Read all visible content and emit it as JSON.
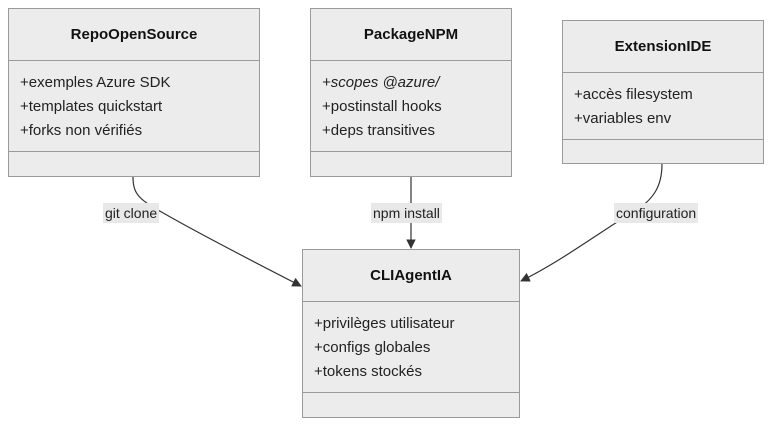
{
  "classes": {
    "repo": {
      "title": "RepoOpenSource",
      "attributes": [
        "+exemples Azure SDK",
        "+templates quickstart",
        "+forks non vérifiés"
      ]
    },
    "package": {
      "title": "PackageNPM",
      "attributes": [
        "+scopes @azure/",
        "+postinstall hooks",
        "+deps transitives"
      ]
    },
    "extension": {
      "title": "ExtensionIDE",
      "attributes": [
        "+accès filesystem",
        "+variables env"
      ]
    },
    "cli": {
      "title": "CLIAgentIA",
      "attributes": [
        "+privilèges utilisateur",
        "+configs globales",
        "+tokens stockés"
      ]
    }
  },
  "edges": {
    "repo_to_cli": "git clone",
    "package_to_cli": "npm install",
    "extension_to_cli": "configuration"
  },
  "colors": {
    "box_fill": "#ececec",
    "box_border": "#9a9a9a",
    "edge_stroke": "#333333",
    "label_bg": "#e8e8e8"
  }
}
